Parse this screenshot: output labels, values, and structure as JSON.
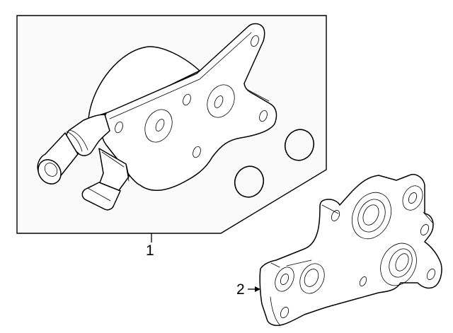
{
  "diagram": {
    "callouts": [
      {
        "number": "1",
        "part": "oil-cooler-assembly"
      },
      {
        "number": "2",
        "part": "oil-cooler-adapter-housing"
      }
    ],
    "colors": {
      "line": "#000000",
      "group_box_fill": "#fafafa",
      "background": "#ffffff"
    }
  }
}
